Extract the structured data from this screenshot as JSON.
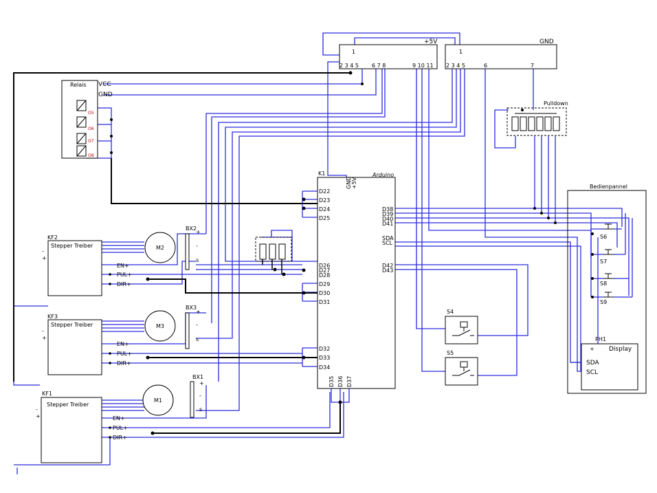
{
  "rail_5v": {
    "title": "+5V",
    "pin1": "1",
    "pins_left": "2 3 4 5",
    "pins_mid": "6 7 8",
    "pins_right": "9 10 11"
  },
  "rail_gnd": {
    "title": "GND",
    "pin1": "1",
    "pins_left": "2 3 4 5",
    "pin6": "6",
    "pin7": "7"
  },
  "relais": {
    "title": "Relais",
    "vcc": "VCC",
    "gnd": "GND",
    "outputs": [
      "O5",
      "O6",
      "O7",
      "O8"
    ]
  },
  "pulldown": {
    "title": "Pulldown"
  },
  "arduino": {
    "ref": "K1",
    "title": "Arduino",
    "power": [
      "GND",
      "+5V"
    ],
    "pins_left": [
      "D22",
      "D23",
      "D24",
      "D25",
      "D26",
      "D27",
      "D28",
      "D29",
      "D30",
      "D31",
      "D32",
      "D33",
      "D34"
    ],
    "pins_right": [
      "D38",
      "D39",
      "D40",
      "D41",
      "SDA",
      "SCL",
      "D42",
      "D43"
    ],
    "pins_bottom": [
      "D35",
      "D36",
      "D37"
    ]
  },
  "drivers": [
    {
      "ref": "KF2",
      "title": "Stepper Treiber",
      "en": "EN+",
      "pul": "PUL+",
      "dir": "DIR+",
      "minus": "-",
      "plus": "+"
    },
    {
      "ref": "KF3",
      "title": "Stepper Treiber",
      "en": "EN+",
      "pul": "PUL+",
      "dir": "DIR+",
      "minus": "-",
      "plus": "+"
    },
    {
      "ref": "KF1",
      "title": "Stepper Treiber",
      "en": "EN+",
      "pul": "PUL+",
      "dir": "DIR+",
      "minus": "-",
      "plus": "+"
    }
  ],
  "motors": [
    "M2",
    "M3",
    "M1"
  ],
  "connectors": [
    {
      "ref": "BX2",
      "pins": [
        "+",
        "-",
        "s"
      ]
    },
    {
      "ref": "BX3",
      "pins": [
        "+",
        "-",
        "s"
      ]
    },
    {
      "ref": "BX1",
      "pins": [
        "+",
        "-",
        "s"
      ]
    }
  ],
  "panel": {
    "title": "Bedienpannel",
    "switches": [
      "S6",
      "S7",
      "S8",
      "S9"
    ],
    "display": {
      "ref": "PH1",
      "title": "Display",
      "sda": "SDA",
      "scl": "SCL",
      "plus": "+"
    }
  },
  "switches_ext": [
    "S4",
    "S5"
  ]
}
